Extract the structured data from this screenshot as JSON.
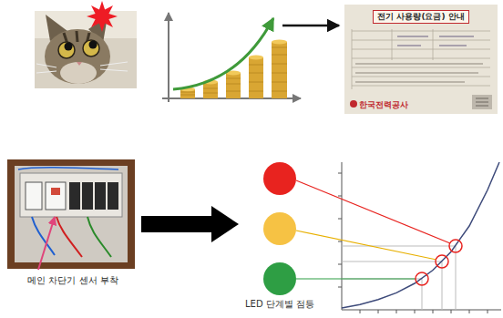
{
  "diagram": {
    "nodes": [
      {
        "text": [
          "전기 사용량(요금) 안내",
          "한국전력공사"
        ]
      },
      {
        "text": [
          "메인 차단기 센서 부착"
        ]
      },
      {
        "text": [
          "LED 단계별 점등"
        ]
      }
    ],
    "edges": [
      {
        "from": 1,
        "to": 2,
        "arrow": "to"
      }
    ]
  }
}
